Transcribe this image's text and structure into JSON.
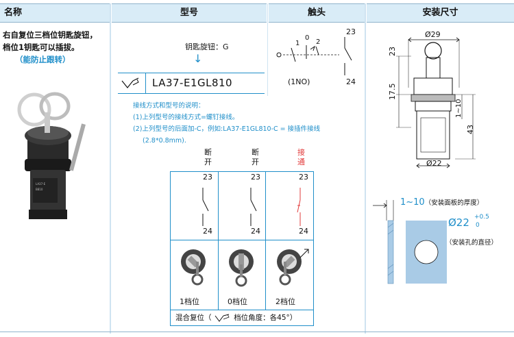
{
  "header": {
    "name": "名称",
    "model": "型号",
    "contact": "触头",
    "mount": "安装尺寸"
  },
  "description": {
    "line1": "右自复位三档位钥匙旋钮，",
    "line2": "档位1钥匙可以插拔。",
    "note": "（能防止跟转）"
  },
  "model_section": {
    "knob_label": "钥匙旋钮：G",
    "arrow": "↓",
    "part_number": "LA37-E1GL810",
    "contact_type": "(1NO)",
    "terminal_top": "23",
    "terminal_bottom": "24",
    "positions": [
      "1",
      "0",
      "2"
    ]
  },
  "wiring_notes": {
    "title": "接线方式和型号的说明：",
    "line1": "(1)上列型号的接线方式=螺钉接线。",
    "line2": "(2)上列型号的后面加-C，例如:LA37-E1GL810-C = 接插件接线",
    "line3": "(2.8*0.8mm)."
  },
  "switch_table": {
    "columns": [
      {
        "state_top": "断",
        "state_bottom": "开",
        "t_top": "23",
        "t_bottom": "24",
        "position": "1档位"
      },
      {
        "state_top": "断",
        "state_bottom": "开",
        "t_top": "23",
        "t_bottom": "24",
        "position": "0档位"
      },
      {
        "state_top": "接",
        "state_bottom": "通",
        "t_top": "23",
        "t_bottom": "24",
        "position": "2档位"
      }
    ],
    "footer_left": "混合复位（",
    "footer_right": "档位角度：各45°）"
  },
  "dimensions": {
    "top_diameter": "Ø29",
    "h1": "23",
    "h2": "17.5",
    "panel_range": "1~10",
    "total": "43",
    "bottom_diameter": "Ø22",
    "panel_label_value": "1~10",
    "panel_label_text": "（安装面板的厚度）",
    "hole_value": "Ø22",
    "hole_tol_plus": "+0.5",
    "hole_tol_zero": "0",
    "hole_text": "（安装孔的直径）"
  },
  "colors": {
    "accent": "#1e8ec9",
    "header_bg": "#d9ecf7",
    "red": "#e23b3b",
    "panel_blue": "#a9cbe6"
  }
}
